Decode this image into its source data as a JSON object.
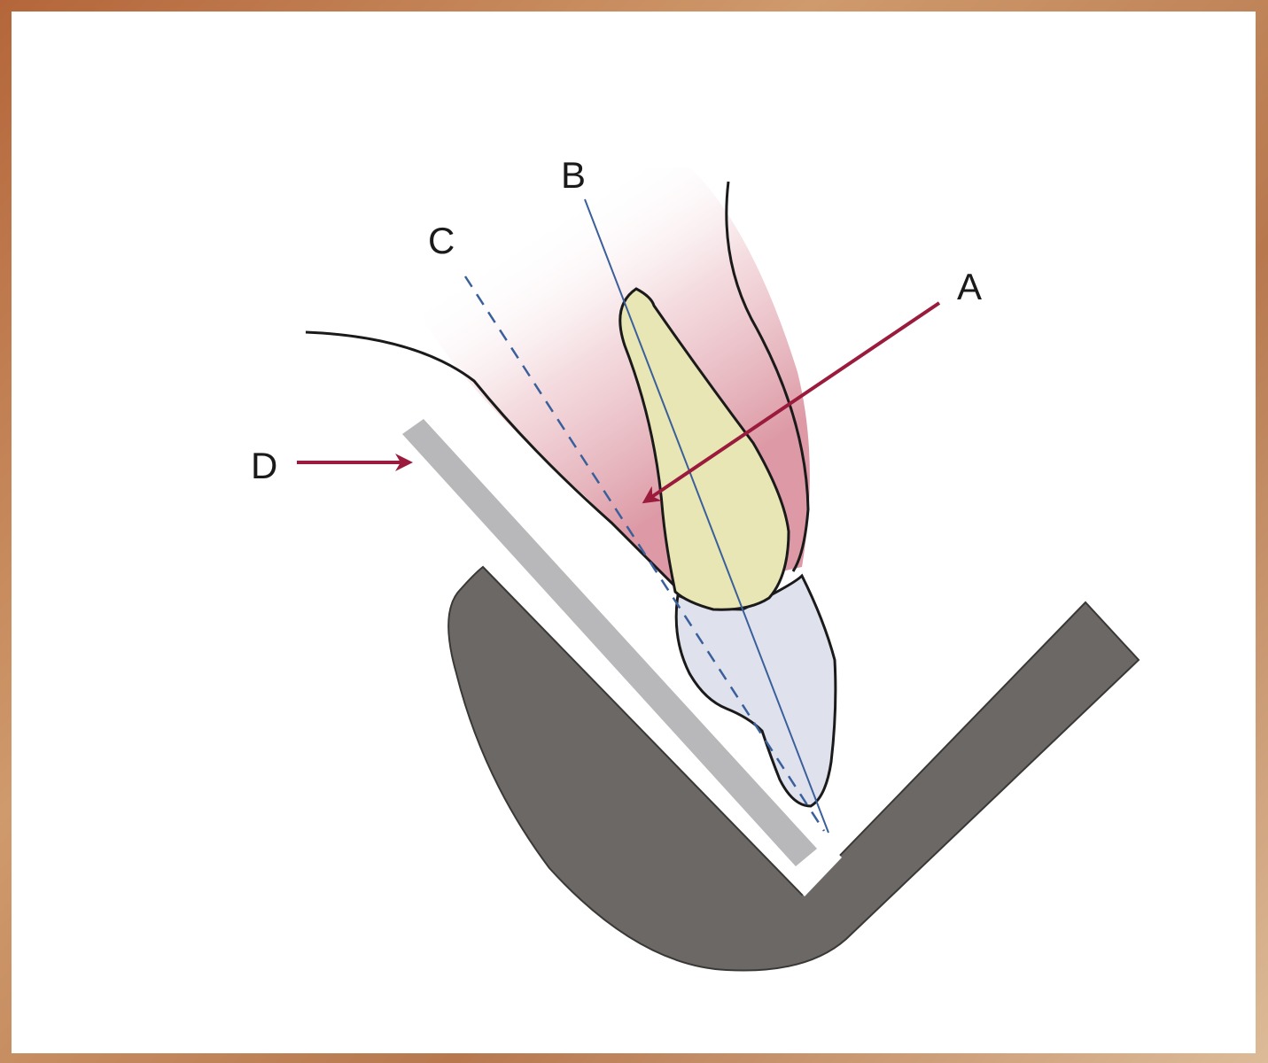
{
  "labels": {
    "a": "A",
    "b": "B",
    "c": "C",
    "d": "D"
  },
  "colors": {
    "frame": "#c07a4a",
    "pointer_arrow": "#9a1b3c",
    "axis_line": "#3a5f9a",
    "film_holder": "#6b6866",
    "film": "#b8b8ba",
    "gingiva": "#d9a0a8",
    "root": "#e8e6b4",
    "crown": "#dfe2ec"
  }
}
